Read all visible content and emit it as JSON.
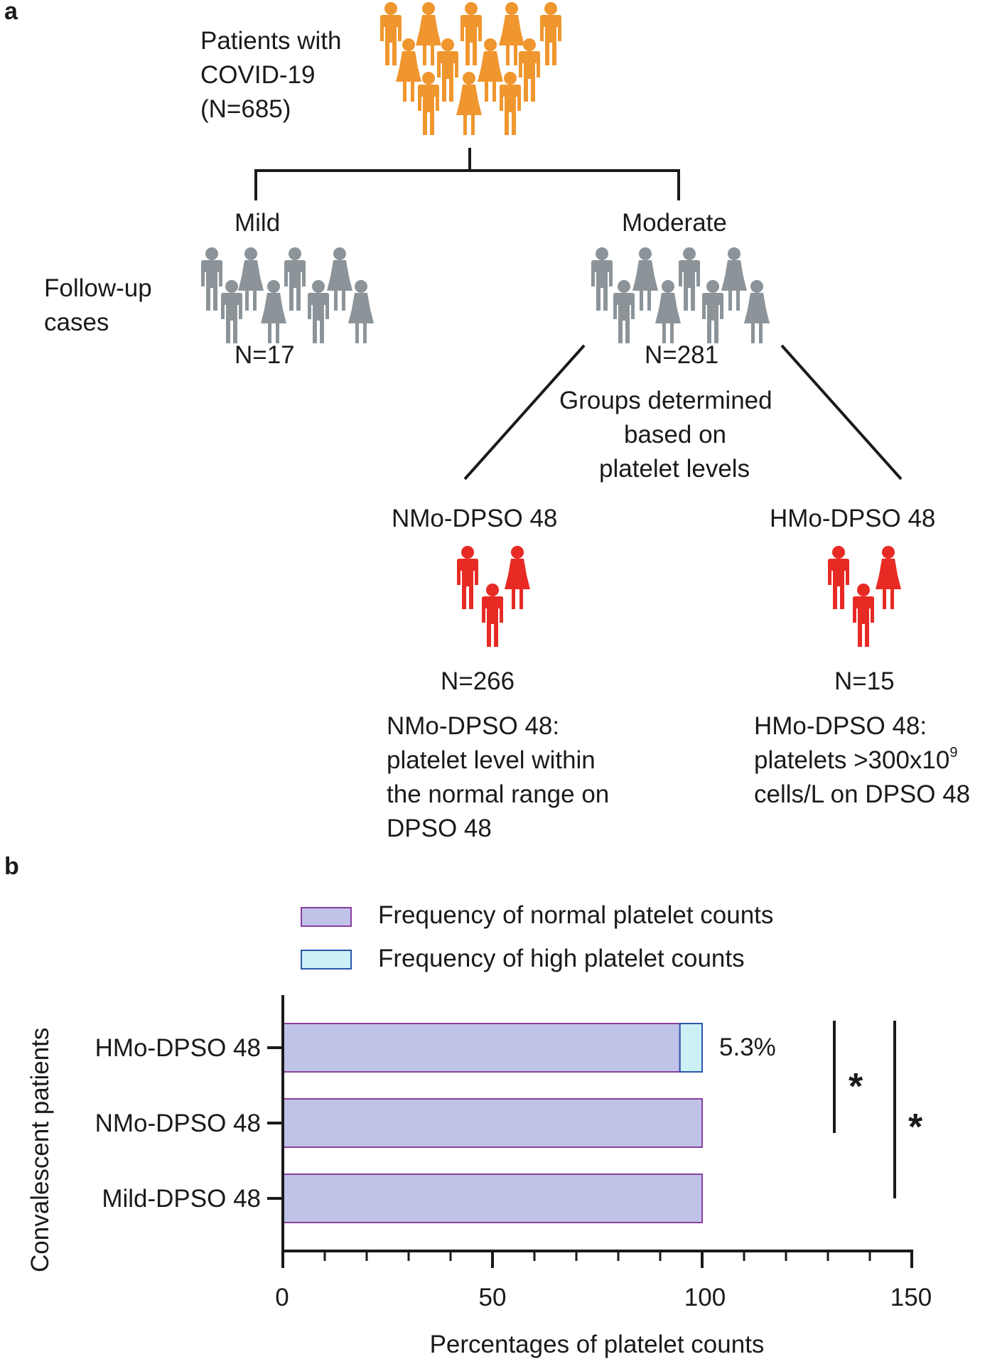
{
  "colors": {
    "orange": "#F0962E",
    "gray": "#8C9499",
    "red": "#E82A25",
    "normal_fill": "#C0C3E8",
    "normal_stroke": "#8A3F9E",
    "high_fill": "#CDEFF6",
    "high_stroke": "#2B57A8",
    "line": "#1a1a1a"
  },
  "panel_a": {
    "label": "a",
    "root": {
      "lines": [
        "Patients with",
        "COVID-19",
        "(N=685)"
      ],
      "icon": "people-group-orange-icon"
    },
    "mild": {
      "title": "Mild",
      "n": "N=17",
      "icon": "people-group-gray-icon"
    },
    "moderate": {
      "title": "Moderate",
      "n": "N=281",
      "icon": "people-group-gray-icon"
    },
    "followup": [
      "Follow-up",
      "cases"
    ],
    "groups_note": [
      "Groups determined",
      "based on",
      "platelet levels"
    ],
    "nmo": {
      "title": "NMo-DPSO 48",
      "n": "N=266",
      "icon": "people-trio-red-icon",
      "desc": [
        "NMo-DPSO 48:",
        "platelet level within",
        "the normal range on",
        "DPSO 48"
      ]
    },
    "hmo": {
      "title": "HMo-DPSO 48",
      "n": "N=15",
      "icon": "people-trio-red-icon",
      "desc_1": "HMo-DPSO 48:",
      "desc_2_pre": "platelets >300x10",
      "desc_2_sup": "9",
      "desc_3": "cells/L on DPSO 48"
    }
  },
  "panel_b": {
    "label": "b"
  },
  "chart_data": {
    "type": "bar",
    "orientation": "horizontal",
    "stacked": true,
    "categories": [
      "HMo-DPSO 48",
      "NMo-DPSO 48",
      "Mild-DPSO 48"
    ],
    "series": [
      {
        "name": "Frequency of normal platelet counts",
        "values": [
          94.7,
          100,
          100
        ]
      },
      {
        "name": "Frequency of high platelet counts",
        "values": [
          5.3,
          0,
          0
        ]
      }
    ],
    "xlabel": "Percentages of platelet counts",
    "ylabel": "Convalescent patients",
    "xlim": [
      0,
      150
    ],
    "xticks": [
      "0",
      "50",
      "100",
      "150"
    ],
    "annotations": [
      {
        "category": "HMo-DPSO 48",
        "text": "5.3%"
      }
    ],
    "significance": [
      {
        "between": [
          "HMo-DPSO 48",
          "NMo-DPSO 48"
        ],
        "mark": "*"
      },
      {
        "between": [
          "HMo-DPSO 48",
          "Mild-DPSO 48"
        ],
        "mark": "*"
      }
    ],
    "legend_position": "top",
    "grid": false
  }
}
